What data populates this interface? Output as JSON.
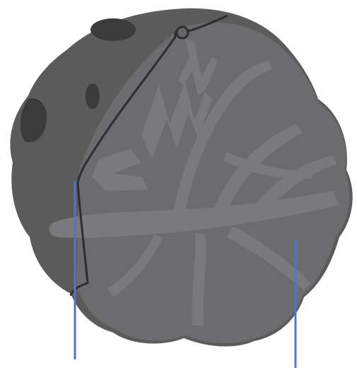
{
  "figure": {
    "subject": "lobed-body-with-branching-channels",
    "colors": {
      "background": "#ffffff",
      "outer_body": "#5b5b5c",
      "inner_region": "#6c6c6e",
      "branch": "#7a7a7d",
      "dark_spot": "#3b3b3c",
      "boundary_line": "#2e2e30",
      "pointer_line": "#4a7abf"
    },
    "pointers": [
      {
        "id": "pointer-left"
      },
      {
        "id": "pointer-right"
      }
    ]
  }
}
